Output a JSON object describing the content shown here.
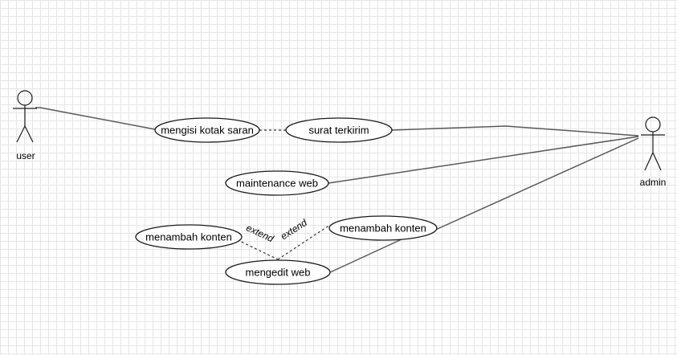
{
  "actors": {
    "user": "user",
    "admin": "admin"
  },
  "use_cases": {
    "mengisi_kotak_saran": "mengisi kotak saran",
    "surat_terkirim": "surat terkirim",
    "maintenance_web": "maintenance web",
    "menambah_konten_left": "menambah konten",
    "menambah_konten_right": "menambah konten",
    "mengedit_web": "mengedit web"
  },
  "relations": {
    "extend_left": "extend",
    "extend_right": "extend"
  }
}
